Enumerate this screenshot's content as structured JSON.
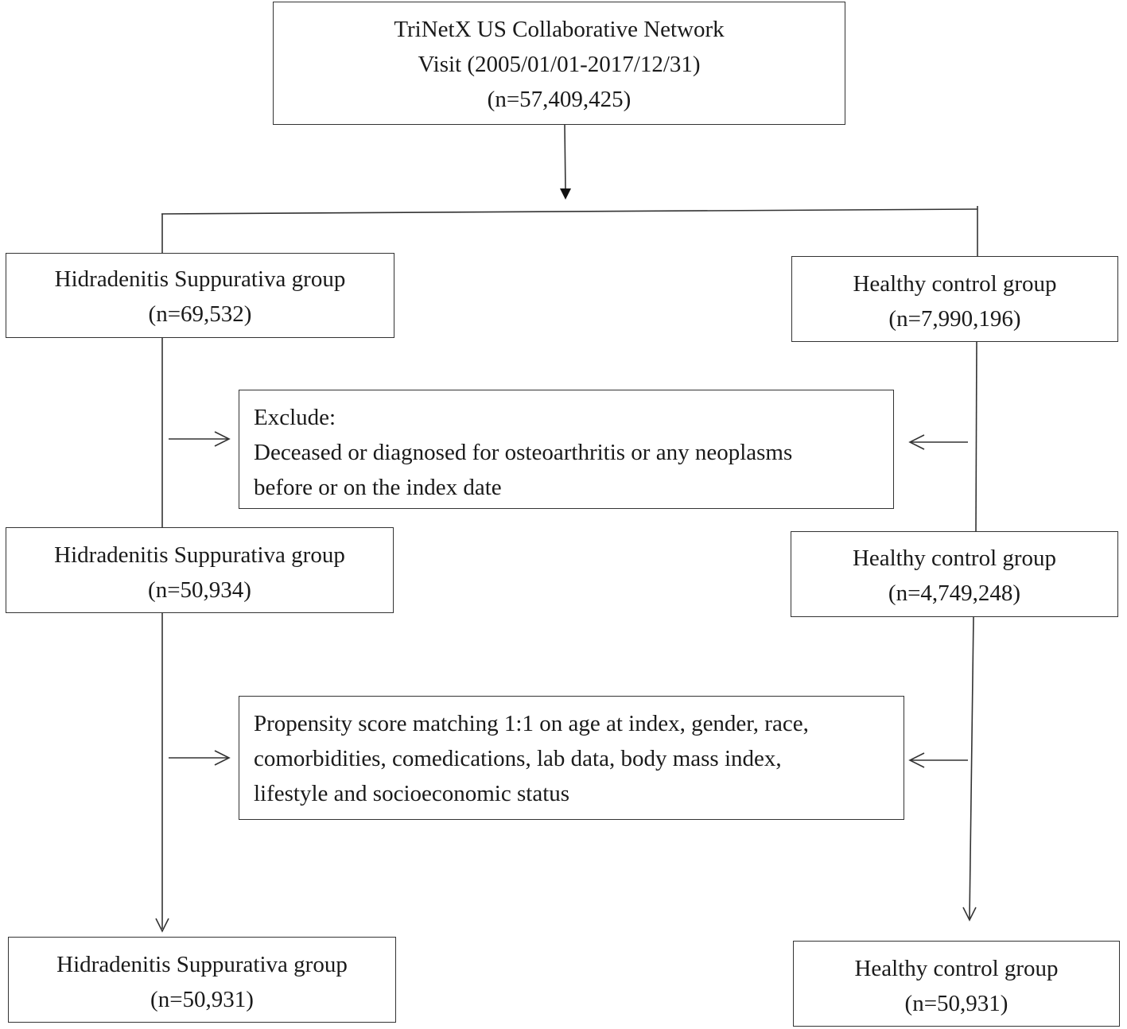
{
  "source": {
    "line1": "TriNetX US Collaborative Network",
    "line2": "Visit (2005/01/01-2017/12/31)",
    "line3": "(n=57,409,425)"
  },
  "hs_initial": {
    "label": "Hidradenitis Suppurativa group",
    "count": "(n=69,532)"
  },
  "hc_initial": {
    "label": "Healthy control group",
    "count": "(n=7,990,196)"
  },
  "exclusion": {
    "line1": "Exclude:",
    "line2": "Deceased or diagnosed for osteoarthritis or any neoplasms",
    "line3": "before or on the index date"
  },
  "hs_after_exclusion": {
    "label": "Hidradenitis Suppurativa group",
    "count": "(n=50,934)"
  },
  "hc_after_exclusion": {
    "label": "Healthy control group",
    "count": "(n=4,749,248)"
  },
  "matching": {
    "line1": "Propensity score matching 1:1 on age at index, gender, race,",
    "line2": "comorbidities, comedications, lab data, body mass index,",
    "line3": "lifestyle and socioeconomic status"
  },
  "hs_matched": {
    "label": "Hidradenitis Suppurativa group",
    "count": "(n=50,931)"
  },
  "hc_matched": {
    "label": "Healthy control group",
    "count": "(n=50,931)"
  }
}
